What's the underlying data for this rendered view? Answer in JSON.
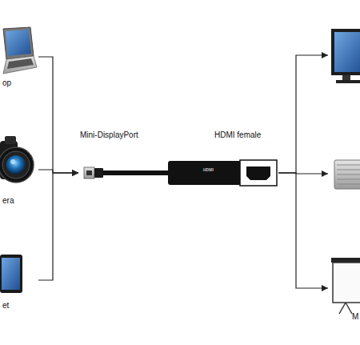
{
  "diagram": {
    "nodes": [
      {
        "text": [
          "op"
        ]
      },
      {
        "text": [
          "era"
        ]
      },
      {
        "text": [
          "et"
        ]
      },
      {
        "text": [
          "Mini-DisplayPort",
          "HDMI female"
        ]
      },
      {
        "text": []
      },
      {
        "text": []
      },
      {
        "text": [
          "M"
        ]
      }
    ],
    "edges": [
      {
        "from": 0,
        "to": 3,
        "arrow": "to"
      },
      {
        "from": 1,
        "to": 3,
        "arrow": "to"
      },
      {
        "from": 2,
        "to": 3,
        "arrow": "to"
      },
      {
        "from": 3,
        "to": 4,
        "arrow": "to"
      },
      {
        "from": 3,
        "to": 5,
        "arrow": "to"
      },
      {
        "from": 3,
        "to": 6,
        "arrow": "to"
      }
    ],
    "labels": [
      "HDMI"
    ]
  }
}
